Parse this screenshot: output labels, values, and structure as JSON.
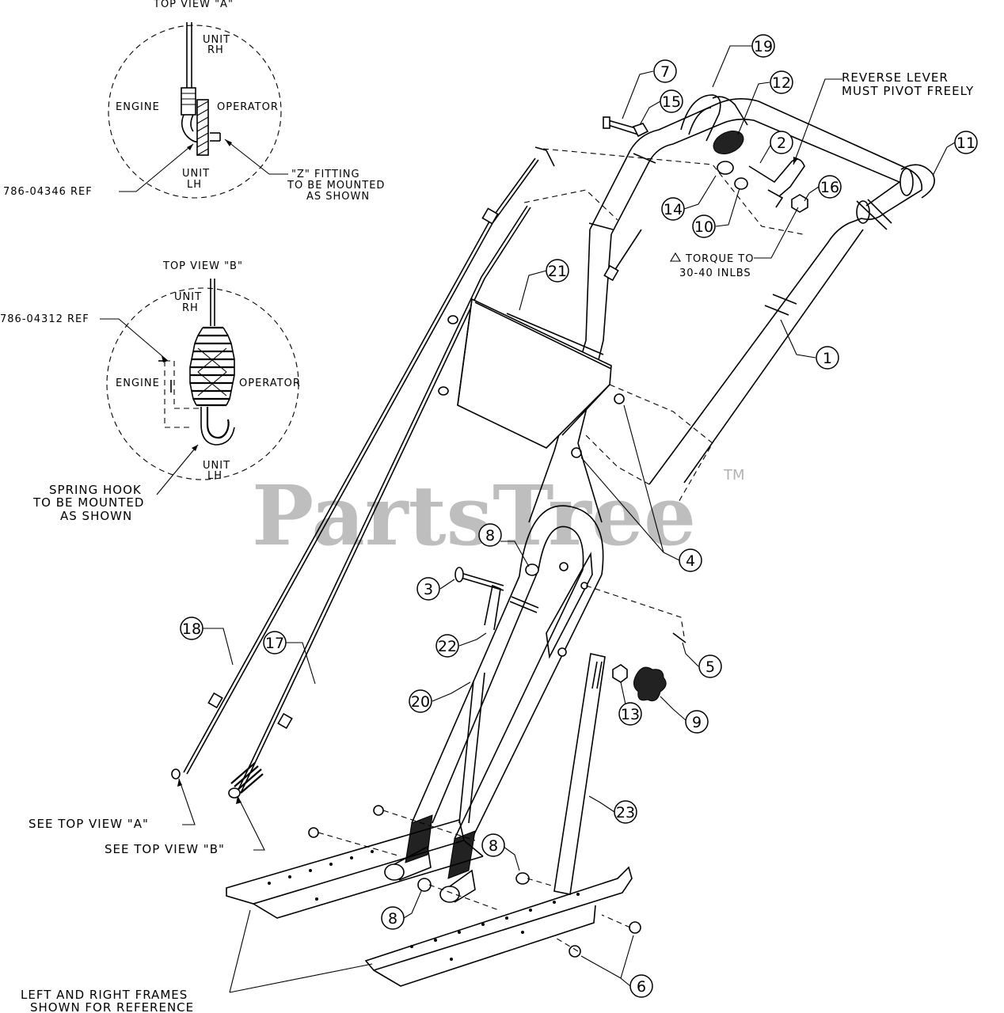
{
  "watermark": {
    "text": "PartsTree",
    "trademark": "TM"
  },
  "views": {
    "view_a": {
      "title": "TOP VIEW \"A\"",
      "unit_rh": [
        "UNIT",
        "RH"
      ],
      "unit_lh": [
        "UNIT",
        "LH"
      ],
      "engine": "ENGINE",
      "operator": "OPERATOR",
      "ref": "786-04346 REF",
      "note": [
        "\"Z\" FITTING",
        "TO BE MOUNTED",
        "AS SHOWN"
      ]
    },
    "view_b": {
      "title": "TOP VIEW \"B\"",
      "unit_rh": [
        "UNIT",
        "RH"
      ],
      "unit_lh": [
        "UNIT",
        "LH"
      ],
      "engine": "ENGINE",
      "operator": "OPERATOR",
      "ref": "786-04312 REF",
      "note": [
        "SPRING HOOK",
        "TO BE MOUNTED",
        "AS SHOWN"
      ]
    }
  },
  "notes": {
    "reverse": [
      "REVERSE LEVER",
      "MUST PIVOT FREELY"
    ],
    "torque": [
      "TORQUE TO",
      "30-40 INLBS"
    ],
    "see_a": "SEE TOP VIEW \"A\"",
    "see_b": "SEE TOP VIEW \"B\"",
    "frames": [
      "LEFT AND RIGHT FRAMES",
      "SHOWN FOR REFERENCE"
    ]
  },
  "callouts": [
    "1",
    "2",
    "3",
    "4",
    "5",
    "6",
    "7",
    "8",
    "8",
    "8",
    "9",
    "10",
    "11",
    "12",
    "13",
    "14",
    "15",
    "16",
    "17",
    "18",
    "19",
    "20",
    "21",
    "22",
    "23"
  ]
}
